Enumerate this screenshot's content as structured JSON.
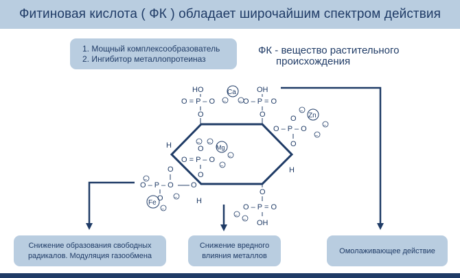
{
  "title": "Фитиновая кислота ( ФК ) обладает широчайшим спектром действия",
  "properties": [
    "1. Мощный комплексообразователь",
    "2. Ингибитор металлопротеиназ"
  ],
  "note": [
    "ФК - вещество растительного",
    "происхождения"
  ],
  "effects": [
    [
      "Снижение образования свободных",
      "радикалов. Модуляция газообмена"
    ],
    [
      "Снижение вредного",
      "влияния металлов"
    ],
    [
      "Омолаживающее действие"
    ]
  ],
  "molecule": {
    "metals": [
      "Ca",
      "Zn",
      "Mg",
      "Fe"
    ],
    "phosphate_left": "O = P – O",
    "phosphate_right": "O – P = O",
    "phosphate_zn": "O – P – O",
    "oh": "OH",
    "ho": "HO",
    "o": "O",
    "h": "H",
    "charge": "–"
  },
  "colors": {
    "primary": "#1f3b66",
    "panel": "#b9cde0",
    "background": "#ffffff"
  }
}
